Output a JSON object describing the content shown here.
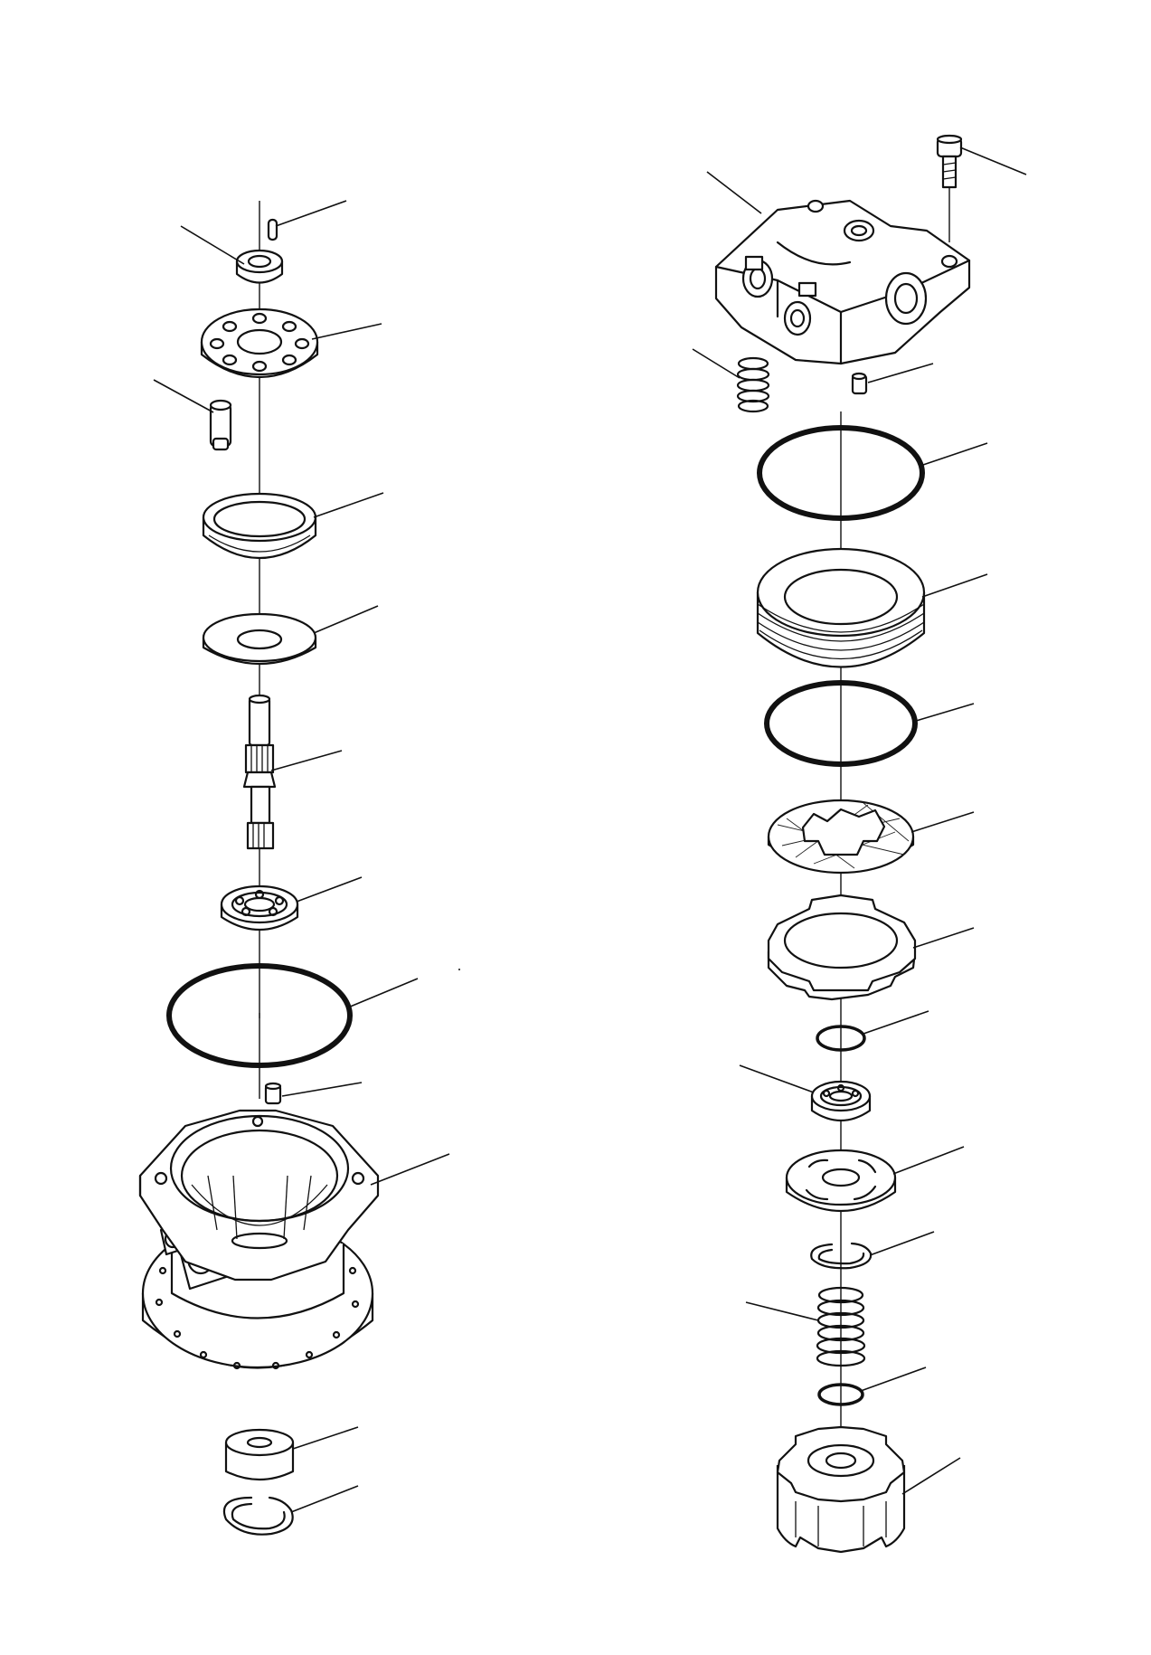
{
  "figure": {
    "type": "exploded-parts-diagram",
    "colors": {
      "ink": "#111111",
      "background": "#ffffff"
    },
    "left_assembly_parts": [
      "pin",
      "nut",
      "ported-plate",
      "spool",
      "seal-ring",
      "thrust-washer",
      "splined-shaft",
      "ball-bearing",
      "large-o-ring",
      "dowel-pin",
      "flanged-housing",
      "bushing",
      "snap-ring"
    ],
    "right_assembly_parts": [
      "bolt",
      "valve-cover",
      "spring",
      "dowel-pin",
      "large-o-ring",
      "threaded-ring",
      "o-ring",
      "friction-disc",
      "lugged-plate",
      "small-o-ring",
      "ball-bearing",
      "valve-plate",
      "snap-ring",
      "coil-spring",
      "small-o-ring",
      "castellated-cap"
    ]
  }
}
